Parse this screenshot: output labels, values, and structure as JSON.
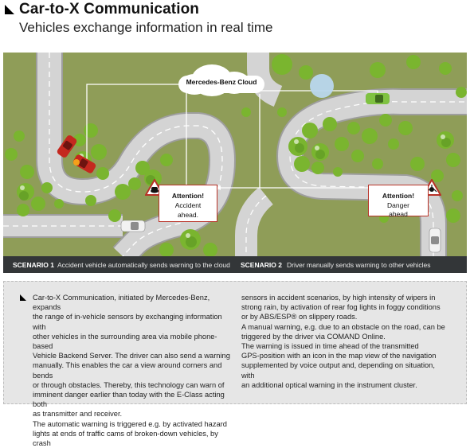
{
  "header": {
    "title": "Car-to-X Communication",
    "subtitle": "Vehicles exchange information in real time"
  },
  "scene": {
    "cloud_label": "Mercedes-Benz Cloud",
    "alert_left": {
      "title": "Attention!",
      "line1": "Accident",
      "line2": "ahead."
    },
    "alert_right": {
      "title": "Attention!",
      "line1": "Danger",
      "line2": "ahead"
    },
    "colors": {
      "grass": "#8c9a55",
      "road": "#d4d4d4",
      "alert_border": "#b83227",
      "accident_car": "#c4281f",
      "warning_car": "#7fc241"
    }
  },
  "scenarios": {
    "s1_tag": "SCENARIO 1",
    "s1_text": "Accident vehicle automatically sends warning to the cloud",
    "s2_tag": "SCENARIO 2",
    "s2_text": "Driver manually sends warning to other vehicles"
  },
  "body": {
    "col1": [
      "Car-to-X Communication, initiated by Mercedes-Benz, expands",
      "the range of in-vehicle sensors by exchanging information with",
      "other vehicles in the surrounding area via mobile phone-based",
      "Vehicle Backend Server. The driver can also send a warning",
      "manually. This enables the car a view around corners and bends",
      "or through obstacles. Thereby, this technology can warn of",
      "imminent danger earlier than today with the E-Class acting both",
      "as transmitter and receiver.",
      "The automatic warning is triggered e.g. by activated hazard",
      "lights at ends of traffic cams of broken-down vehicles, by crash"
    ],
    "col2": [
      "sensors in accident scenarios, by high intensity of wipers in",
      "strong rain, by activation of rear fog lights in foggy conditions",
      "or by ABS/ESP® on slippery roads.",
      "A manual warning, e.g. due to an obstacle on the road, can be",
      "triggered by the driver via COMAND Online.",
      "The warning is issued in time ahead of the transmitted",
      "GPS-position with an icon in the map view of the navigation",
      "supplemented by voice output and, depending on situation, with",
      "an additional optical warning in the instrument cluster."
    ]
  }
}
